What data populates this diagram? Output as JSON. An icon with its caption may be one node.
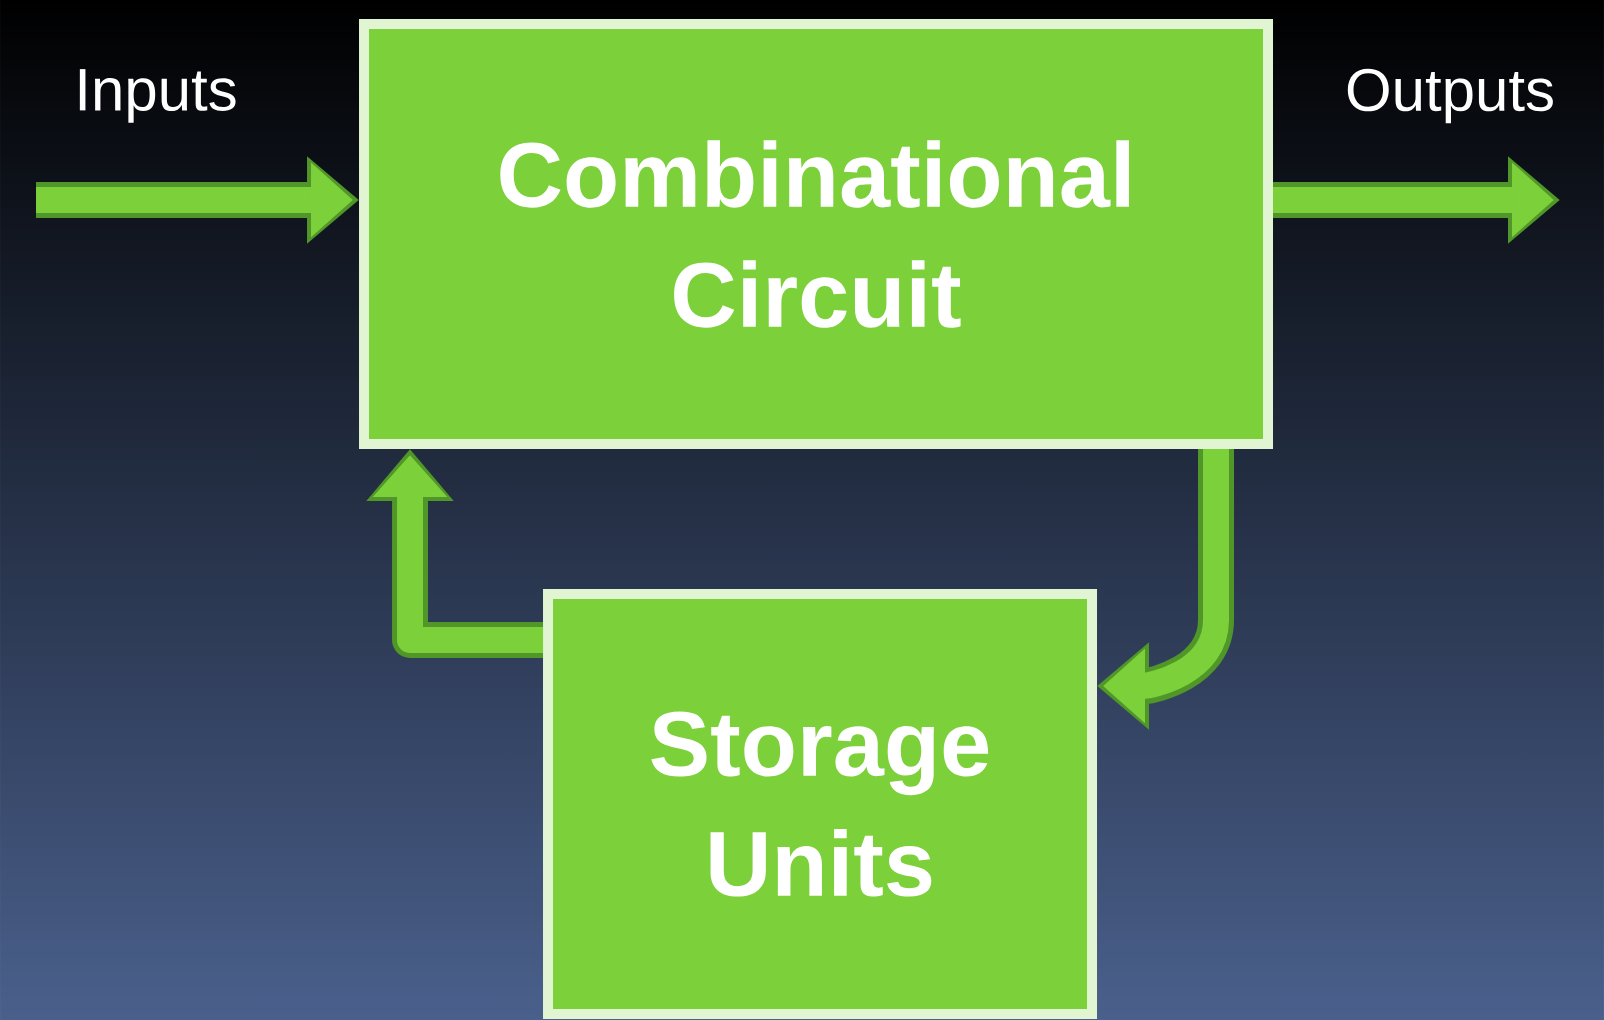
{
  "diagram": {
    "nodes": [
      {
        "text": [
          "Combinational Circuit"
        ]
      },
      {
        "text": [
          "Storage Units"
        ]
      }
    ],
    "edges": [
      {
        "from": null,
        "to": 0,
        "arrow": "to"
      },
      {
        "from": 0,
        "to": null,
        "arrow": "to"
      },
      {
        "from": 0,
        "to": 1,
        "arrow": "to"
      },
      {
        "from": 1,
        "to": 0,
        "arrow": "to"
      }
    ],
    "labels": [
      "Inputs",
      "Outputs"
    ]
  }
}
